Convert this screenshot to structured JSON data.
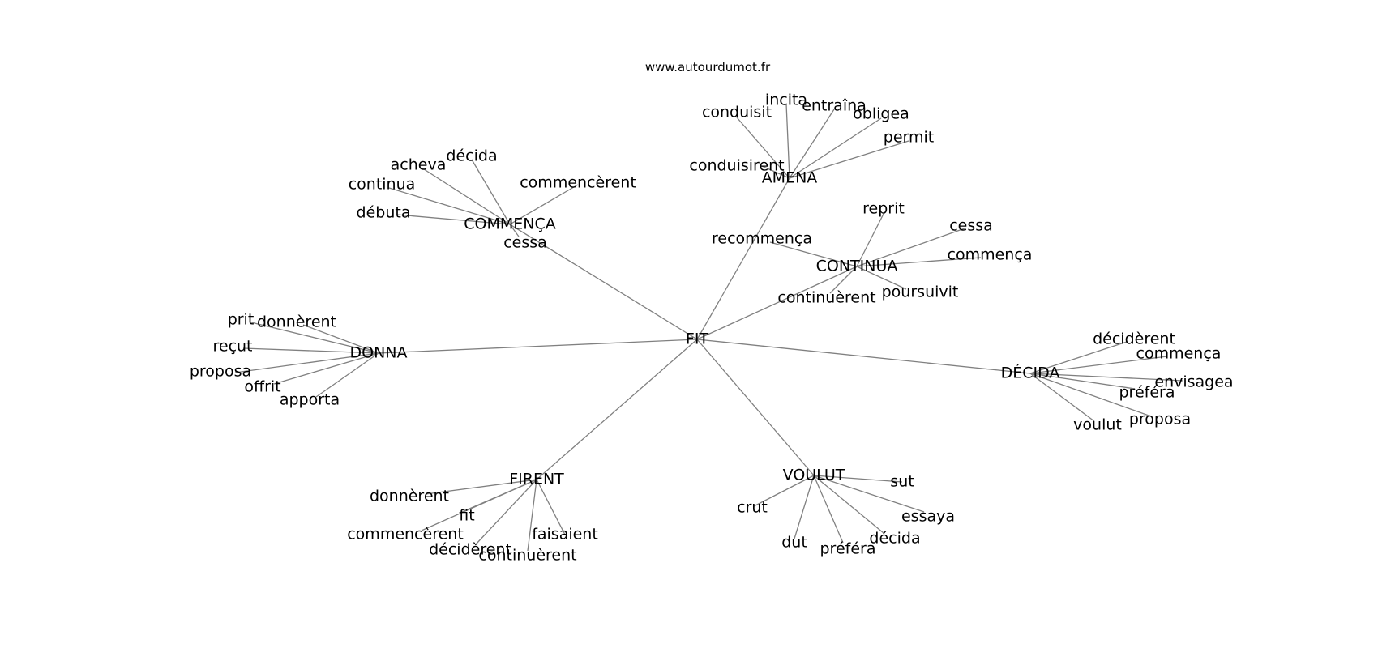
{
  "site": "www.autourdumot.fr",
  "center": "FIT",
  "clusters": [
    {
      "label": "AMENA",
      "words": [
        "conduisit",
        "incita",
        "entraîna",
        "obligea",
        "permit",
        "conduisirent"
      ]
    },
    {
      "label": "COMMENÇA",
      "words": [
        "décida",
        "acheva",
        "continua",
        "débuta",
        "commencèrent",
        "cessa"
      ]
    },
    {
      "label": "CONTINUA",
      "words": [
        "reprit",
        "cessa",
        "commença",
        "poursuivit",
        "continuèrent",
        "recommença"
      ]
    },
    {
      "label": "DONNA",
      "words": [
        "prit",
        "donnèrent",
        "reçut",
        "proposa",
        "offrit",
        "apporta"
      ]
    },
    {
      "label": "DÉCIDA",
      "words": [
        "décidèrent",
        "commença",
        "envisagea",
        "préféra",
        "proposa",
        "voulut"
      ]
    },
    {
      "label": "FIRENT",
      "words": [
        "donnèrent",
        "fit",
        "commencèrent",
        "décidèrent",
        "continuèrent",
        "faisaient"
      ]
    },
    {
      "label": "VOULUT",
      "words": [
        "sut",
        "crut",
        "essaya",
        "décida",
        "préféra",
        "dut"
      ]
    }
  ]
}
